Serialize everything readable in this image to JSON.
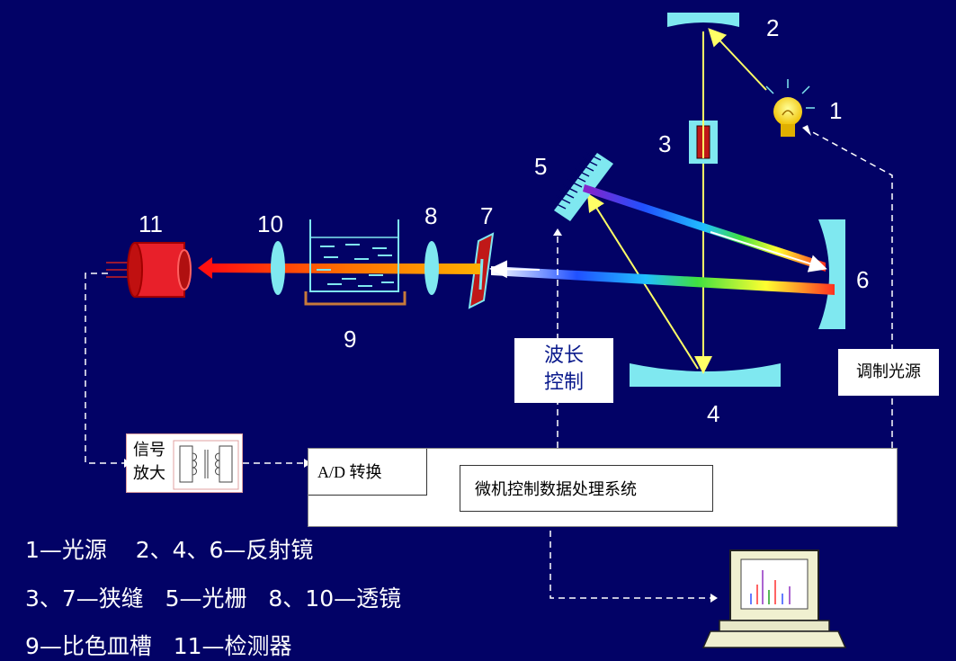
{
  "labels": {
    "n1": "1",
    "n2": "2",
    "n3": "3",
    "n4": "4",
    "n5": "5",
    "n6": "6",
    "n7": "7",
    "n8": "8",
    "n9": "9",
    "n10": "10",
    "n11": "11"
  },
  "boxes": {
    "wavelength_control": [
      "波长",
      "控制"
    ],
    "modulate_source": "调制光源",
    "amplifier": [
      "信号",
      "放大"
    ],
    "ad_convert": "A/D 转换",
    "micro_processing": "微机控制数据处理系统"
  },
  "legend": [
    "1—光源    2、4、6—反射镜",
    "3、7—狭缝   5—光栅   8、10—透镜",
    "9—比色皿槽   11—检测器"
  ],
  "colors": {
    "background": "#020266",
    "optic": "#7fe8f0",
    "ray": "#ffff66",
    "detector": "#e8202a",
    "slit": "#c01818"
  }
}
